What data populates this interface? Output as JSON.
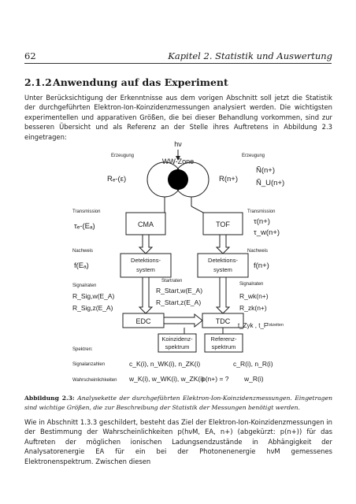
{
  "header": {
    "page_number": "62",
    "running_title": "Kapitel 2. Statistik und Auswertung"
  },
  "section": {
    "number": "2.1.2",
    "title": "Anwendung auf das Experiment"
  },
  "intro_paragraph": "Unter Berücksichtigung der Erkenntnisse aus dem vorigen Abschnitt soll jetzt die Statistik der durchgeführten Elektron-Ion-Koinzidenzmessungen analysiert werden. Die wichtigsten experimentellen und apparativen Größen, die bei dieser Behandlung vorkommen, sind zur besseren Übersicht und als Referenz an der Stelle ihres Auftretens in Abbildung 2.3 eingetragen:",
  "diagram": {
    "photon": "hν",
    "zone": "WW-Zone",
    "left": {
      "production": "Erzeugung",
      "rate": "Rₑ-(ε)",
      "transmission_head": "Transmission",
      "transmission": "τₑ-(Eₐ)",
      "detector": "CMA",
      "detection_head": "Nachweis",
      "detection": "f(Eₐ)",
      "box_detect_1": "Detektions-",
      "box_detect_2": "system",
      "signal_head": "Signalraten",
      "sig_w": "R_Sig,w(E_A)",
      "sig_z": "R_Sig,z(E_A)",
      "electronics": "EDC"
    },
    "middle": {
      "start_head": "Startraten",
      "start_w": "R_Start,w(E_A)",
      "start_z": "R_Start,z(E_A)",
      "coinc_1": "Koinzidenz-",
      "coinc_2": "spektrum"
    },
    "right": {
      "production": "Erzeugung",
      "rate": "R(n+)",
      "ntilde_1": "Ñ(n+)",
      "ntilde_2": "Ñ_U(n+)",
      "transmission_head": "Transmission",
      "transmission_1": "τ(n+)",
      "transmission_2": "τ_w(n+)",
      "detector": "TOF",
      "detection_head": "Nachweis",
      "detection": "f(n+)",
      "box_detect_1": "Detektions-",
      "box_detect_2": "system",
      "signal_head": "Signalraten",
      "rate_wk": "R_wk(n+)",
      "rate_zk": "R_zk(n+)",
      "electronics": "TDC",
      "times": "t_Zyk , t_F",
      "times_label": "Totzeiten",
      "ref_1": "Referenz-",
      "ref_2": "spektrum"
    },
    "spectra_label": "Spektren:",
    "counts_label": "Signalanzahlen",
    "counts_left": "c_K(i), n_WK(i), n_ZK(i)",
    "counts_right": "c_R(i), n_R(i)",
    "prob_label": "Wahrscheinlichkeiten",
    "prob_left": "w_K(i), w_WK(i), w_ZK(i)",
    "prob_mid": "p(n+) = ?",
    "prob_right": "w_R(i)"
  },
  "caption": {
    "label": "Abbildung 2.3:",
    "text": "Analysekette der durchgeführten Elektron-Ion-Koinzidenzmessungen. Eingetragen sind wichtige Größen, die zur Beschreibung der Statistik der Messungen benötigt werden."
  },
  "closing_paragraph": "Wie in Abschnitt 1.3.3 geschildert, besteht das Ziel der Elektron-Ion-Koinzidenzmessungen in der Bestimmung der Wahrscheinlichkeiten p(hνM, EA, n+) (abgekürzt: p(n+)) für das Auftreten der möglichen ionischen Ladungsendzustände in Abhängigkeit der Analysatorenergie EA für ein bei der Photonenenergie hνM gemessenes Elektronenspektrum. Zwischen diesen"
}
